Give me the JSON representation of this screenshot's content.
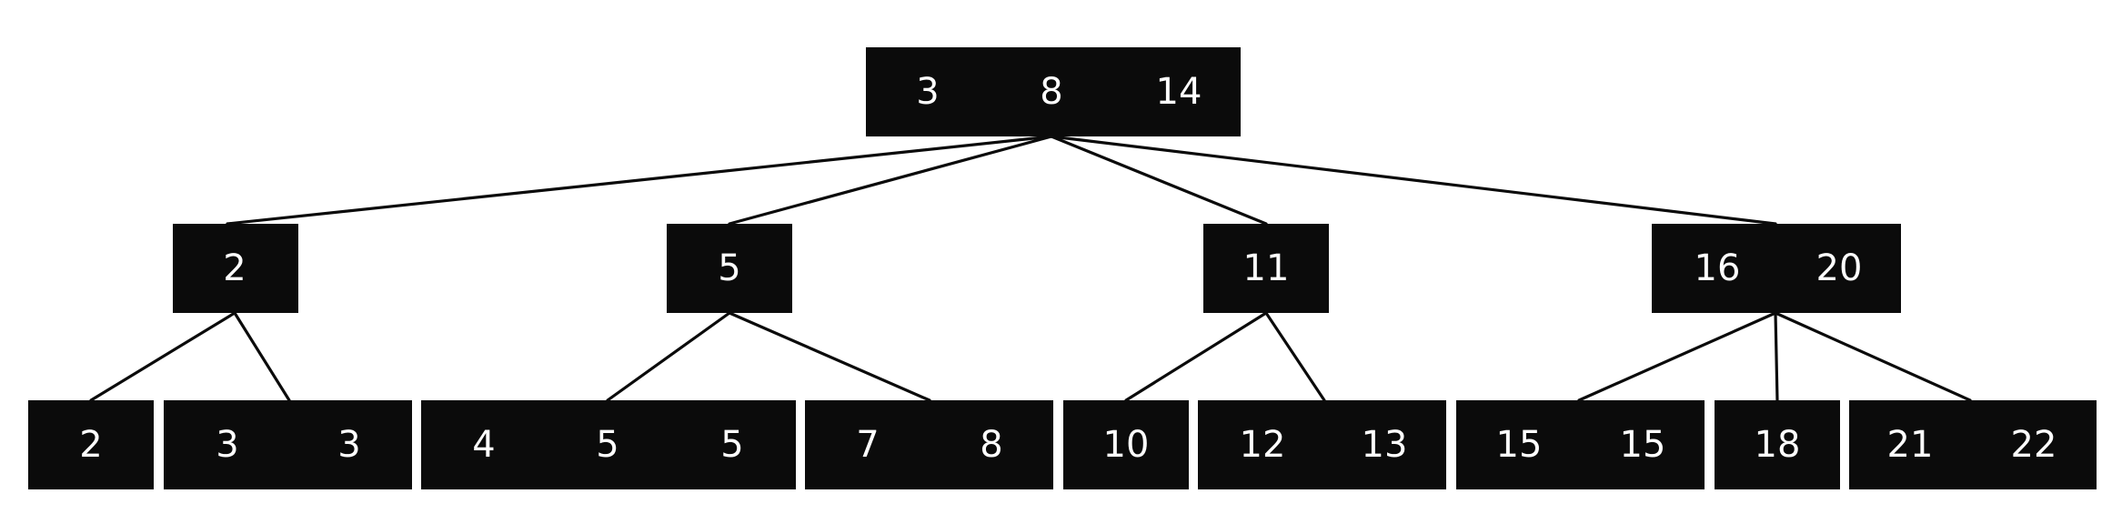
{
  "tree": {
    "root": {
      "keys": [
        "3",
        "8",
        "14"
      ]
    },
    "level1": [
      {
        "keys": [
          "2"
        ]
      },
      {
        "keys": [
          "5"
        ]
      },
      {
        "keys": [
          "11"
        ]
      },
      {
        "keys": [
          "16",
          "20"
        ]
      }
    ],
    "leaves": [
      {
        "keys": [
          "2"
        ]
      },
      {
        "keys": [
          "3",
          "3"
        ]
      },
      {
        "keys": [
          "4",
          "5",
          "5"
        ]
      },
      {
        "keys": [
          "7",
          "8"
        ]
      },
      {
        "keys": [
          "10"
        ]
      },
      {
        "keys": [
          "12",
          "13"
        ]
      },
      {
        "keys": [
          "15",
          "15"
        ]
      },
      {
        "keys": [
          "18"
        ]
      },
      {
        "keys": [
          "21",
          "22"
        ]
      }
    ],
    "edges": [
      {
        "from": "root",
        "to": "level1.0"
      },
      {
        "from": "root",
        "to": "level1.1"
      },
      {
        "from": "root",
        "to": "level1.2"
      },
      {
        "from": "root",
        "to": "level1.3"
      },
      {
        "from": "level1.0",
        "to": "leaves.0"
      },
      {
        "from": "level1.0",
        "to": "leaves.1"
      },
      {
        "from": "level1.1",
        "to": "leaves.2"
      },
      {
        "from": "level1.1",
        "to": "leaves.3"
      },
      {
        "from": "level1.2",
        "to": "leaves.4"
      },
      {
        "from": "level1.2",
        "to": "leaves.5"
      },
      {
        "from": "level1.3",
        "to": "leaves.6"
      },
      {
        "from": "level1.3",
        "to": "leaves.7"
      },
      {
        "from": "level1.3",
        "to": "leaves.8"
      }
    ],
    "colors": {
      "node_fill": "#0b0b0b",
      "key_text": "#ffffff",
      "edge": "#0b0b0b",
      "background": "#ffffff"
    }
  }
}
